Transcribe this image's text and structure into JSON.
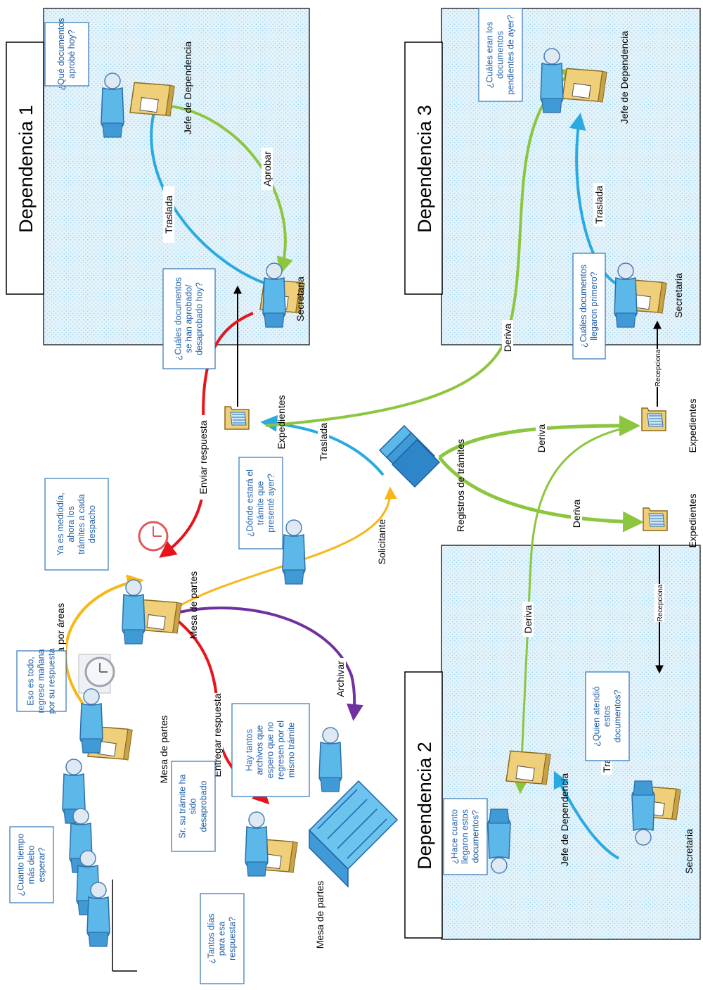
{
  "colors": {
    "blue_flow": "#29aae1",
    "green_flow": "#8cc63f",
    "red_flow": "#e8141c",
    "yellow_flow": "#f7b718",
    "purple_flow": "#7030a0",
    "zone_fill": "#d6eef8",
    "callout_text": "#1f5fa8",
    "callout_border": "#2e75b6"
  },
  "zones": {
    "dep1_title": "Dependencia 1",
    "dep2_title": "Dependencia 2",
    "dep3_title": "Dependencia 3"
  },
  "actors": {
    "dep1_jefe": "Jefe de Dependencia",
    "dep1_secretaria": "Secretaria",
    "dep3_jefe": "Jefe de Dependencia",
    "dep3_secretaria": "Secretaria",
    "dep2_jefe": "Jefe de Dependencia",
    "dep2_secretaria": "Secretaria",
    "mesa_central": "Mesa de partes",
    "mesa_left": "Mesa de partes",
    "mesa_bottom": "Mesa de partes",
    "solicitante": "Solicitante",
    "registros": "Registros de trámites",
    "exp_dep1": "Expedientes",
    "exp_dep3": "Expedientes",
    "exp_dep2": "Expedientes"
  },
  "flows": {
    "dep1_traslada": "Traslada",
    "dep1_aprobar": "Aprobar",
    "dep3_traslada": "Traslada",
    "dep3_deriva": "Deriva",
    "dep3_recepciona": "Recepciona",
    "dep2_traslada": "Traslada",
    "dep2_deriva": "Deriva",
    "dep2_recepciona": "Recepciona",
    "reg_traslada": "Traslada",
    "reg_deriva_right": "Deriva",
    "reg_deriva_left": "Deriva",
    "enviar_respuesta": "Enviar respuesta",
    "clasifica": "Clasifica por áreas",
    "entregar_respuesta": "Entregar respuesta",
    "archivar": "Archivar"
  },
  "callouts": {
    "jefe1": [
      "¿Qué documentos",
      "aprobé hoy?"
    ],
    "secretaria1": [
      "¿Cuáles documentos",
      "se han aprobado/",
      "desaprobado hoy?"
    ],
    "jefe3": [
      "¿Cuáles eran los",
      "documentos",
      "pendientes de ayer?"
    ],
    "secretaria3": [
      "¿Cuáles documentos",
      "llegaron primero?"
    ],
    "solicitante": [
      "¿Dónde estará el",
      "trámite que",
      "presenté ayer?"
    ],
    "mesa_central": [
      "Ya es mediodía,",
      "ahora los",
      "trámites a cada",
      "despacho"
    ],
    "mesa_left": [
      "Eso es todo,",
      "regrese mañana",
      "por su respuesta"
    ],
    "waiting": [
      "¿Cuanto tiempo",
      "más debo",
      "esperar?"
    ],
    "mesa_bottom": [
      "Sr. su trámite ha",
      "sido",
      "desaprobado"
    ],
    "solicitante_bottom": [
      "¿Tantos días",
      "para esa",
      "respuesta?"
    ],
    "archive": [
      "Hay tantos",
      "archivos que",
      "espero que no",
      "regresen por el",
      "mismo trámite"
    ],
    "secretaria2": [
      "¿Quien atendió",
      "estos",
      "documentos?"
    ],
    "jefe2": [
      "¿Hace cuanto",
      "llegaron estos",
      "documentos?"
    ]
  },
  "icons": [
    "person-icon",
    "desk-icon",
    "folder-icon",
    "stack-icon",
    "clock-icon",
    "archive-cabinet-icon"
  ]
}
